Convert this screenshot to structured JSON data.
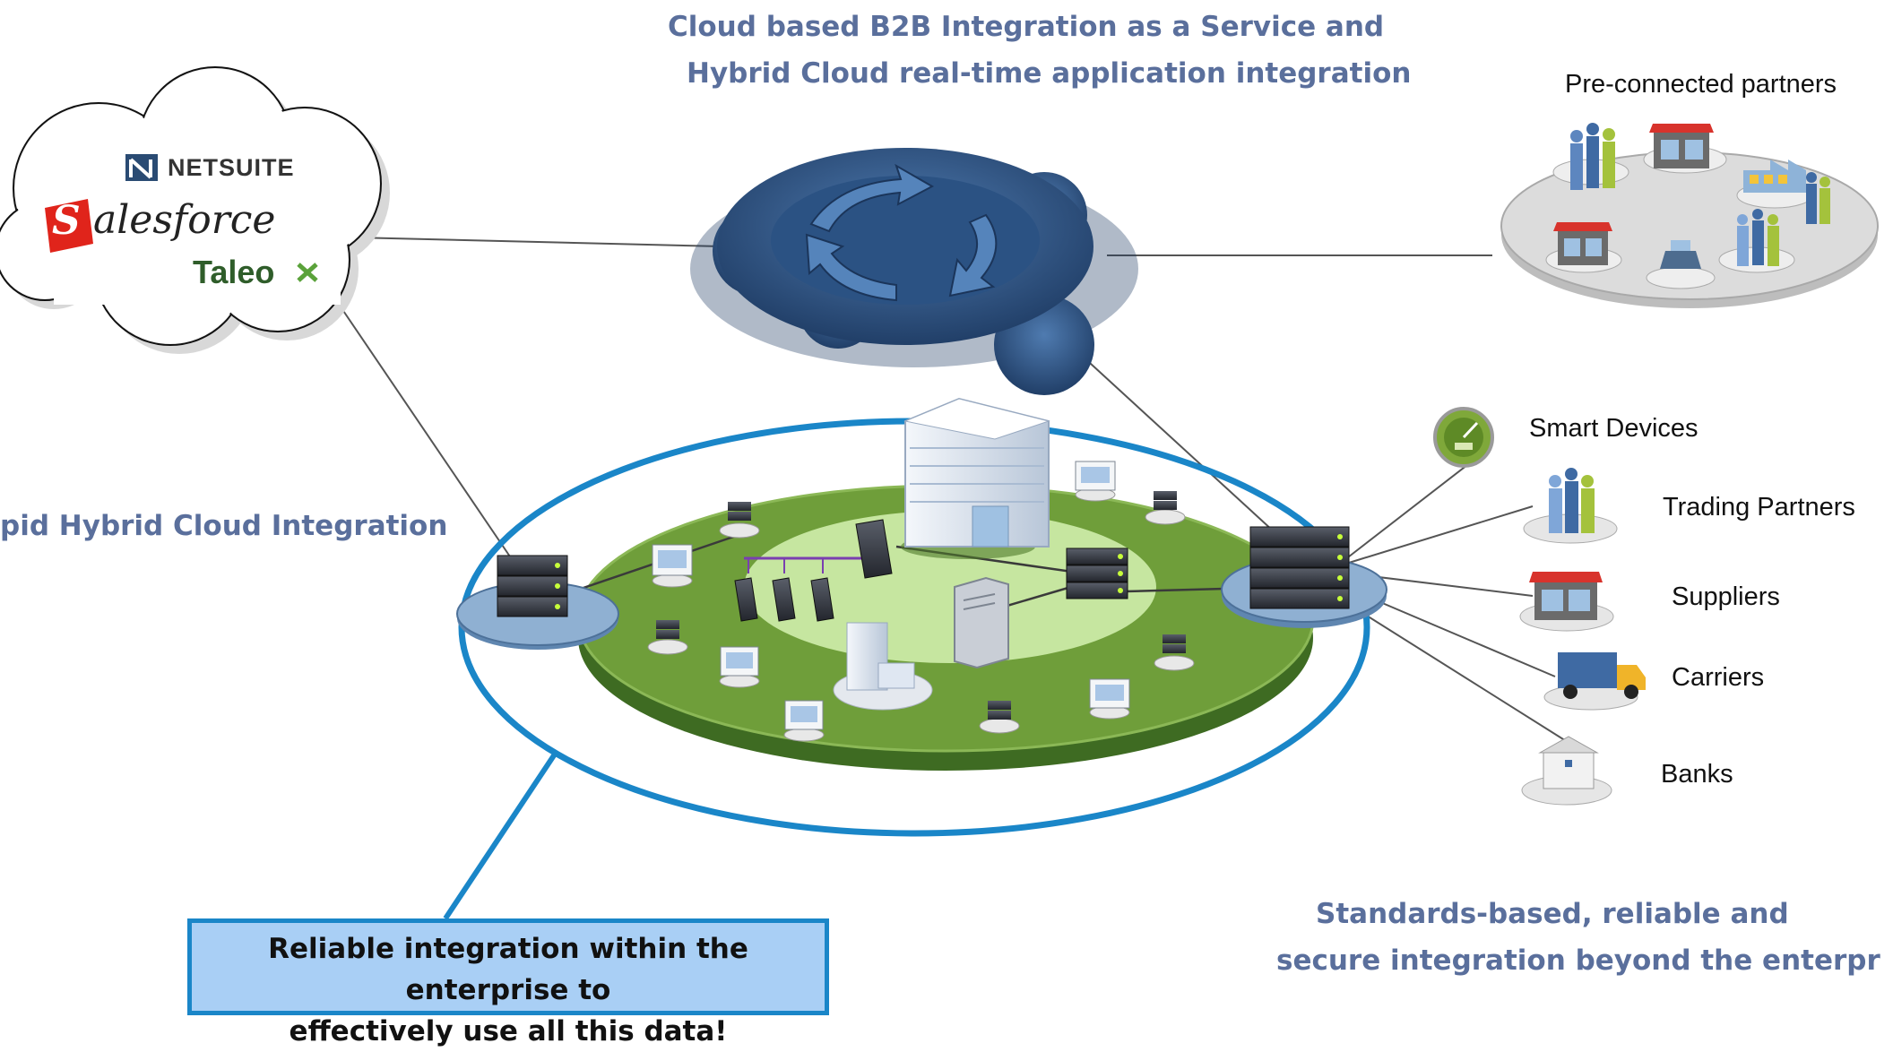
{
  "headings": {
    "top_line1": "Cloud based B2B Integration as a Service and",
    "top_line2": "Hybrid Cloud real-time application integration",
    "left": "pid Hybrid Cloud Integration",
    "bottom_line1": "Standards-based, reliable and",
    "bottom_line2": "secure integration beyond the enterpr"
  },
  "cloud_apps": {
    "netsuite": "NETSUITE",
    "salesforce": "alesforce",
    "salesforce_initial": "S",
    "taleo": "Taleo"
  },
  "partners_label": "Pre-connected partners",
  "endpoints": [
    {
      "label": "Smart Devices",
      "icon": "gauge-icon"
    },
    {
      "label": "Trading Partners",
      "icon": "people-icon"
    },
    {
      "label": "Suppliers",
      "icon": "store-icon"
    },
    {
      "label": "Carriers",
      "icon": "truck-icon"
    },
    {
      "label": "Banks",
      "icon": "bank-icon"
    }
  ],
  "callout": {
    "line1": "Reliable integration within the enterprise to",
    "line2": "effectively use all this data!"
  },
  "colors": {
    "heading": "#5a6f9c",
    "hub": "#2e5484",
    "green_disc": "#6f9e3a",
    "light_disc": "#c6e6a0",
    "ring": "#1a86c8",
    "callout_fill": "#a9cff5",
    "partner_disc": "#dcdcdc"
  }
}
